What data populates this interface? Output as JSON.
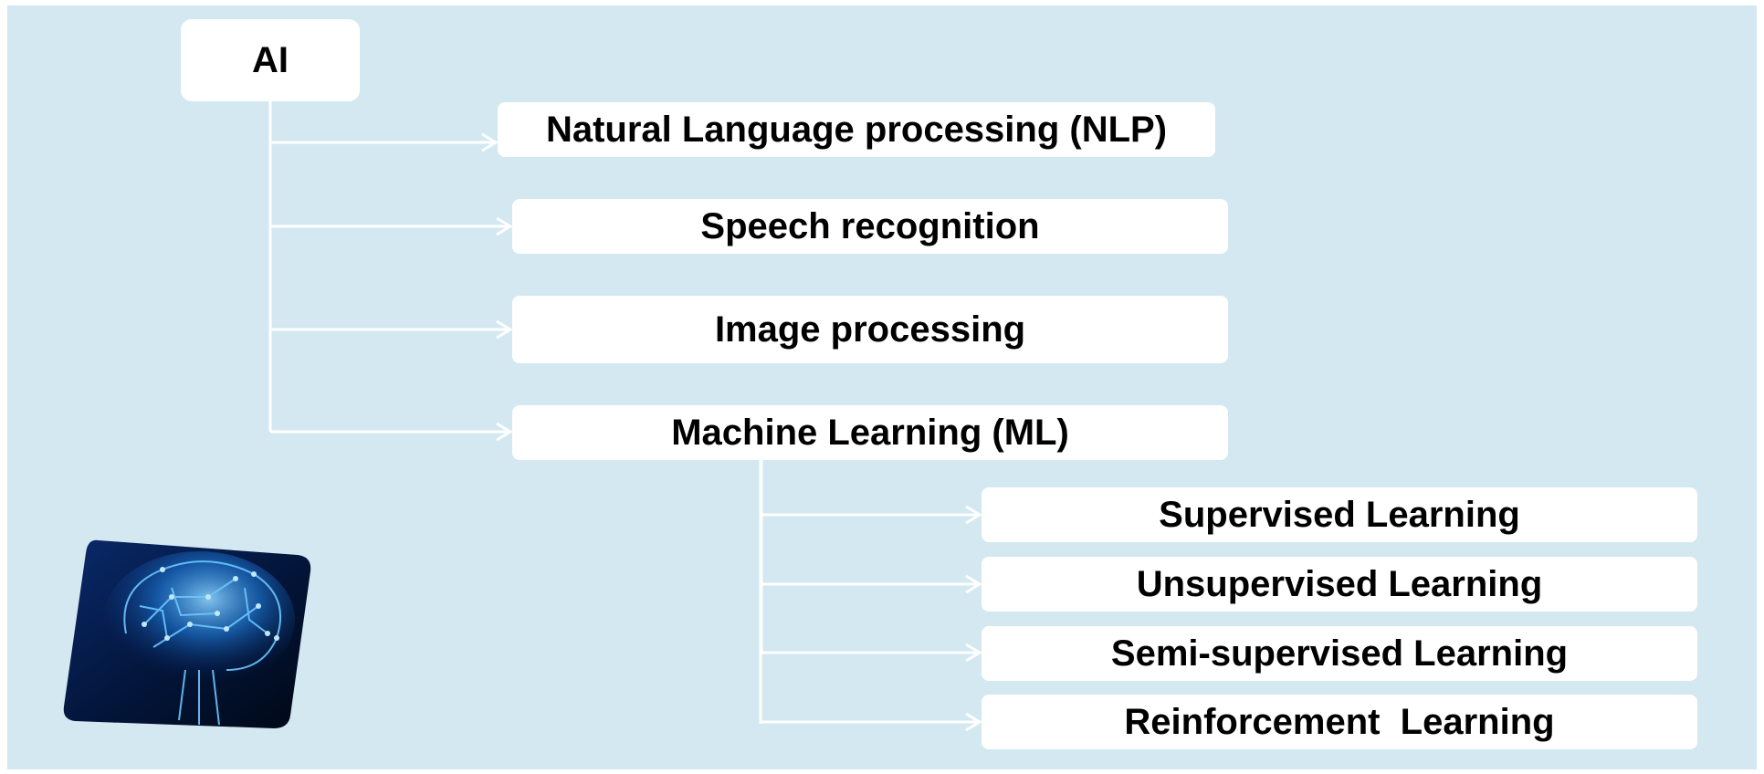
{
  "diagram": {
    "root": {
      "label": "AI"
    },
    "branches": [
      {
        "label": "Natural Language processing (NLP)"
      },
      {
        "label": "Speech recognition"
      },
      {
        "label": "Image processing"
      },
      {
        "label": "Machine Learning (ML)"
      }
    ],
    "ml_children": [
      {
        "label": "Supervised Learning"
      },
      {
        "label": "Unsupervised Learning"
      },
      {
        "label": "Semi-supervised Learning"
      },
      {
        "label": "Reinforcement  Learning"
      }
    ]
  },
  "colors": {
    "background": "#d3e8f0",
    "box": "#ffffff",
    "connector": "#ffffff",
    "text": "#000000"
  },
  "image": {
    "icon": "circuit-brain-icon"
  }
}
